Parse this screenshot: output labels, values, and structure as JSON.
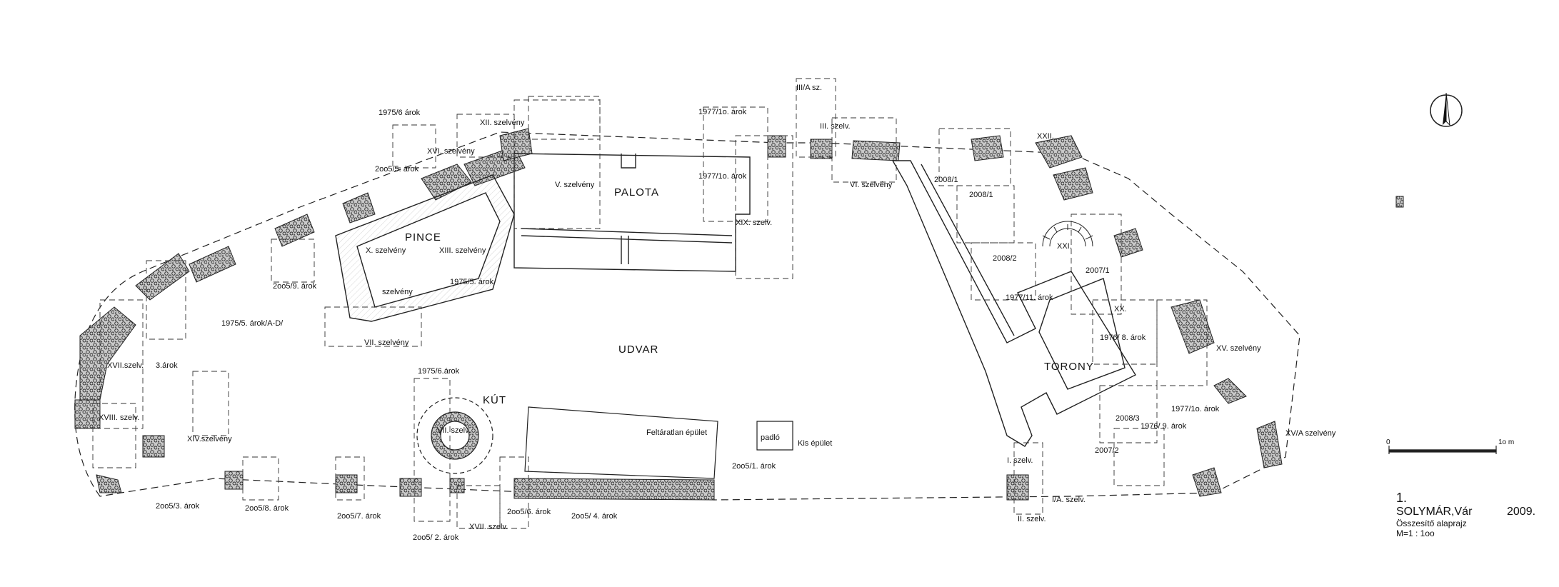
{
  "labels": {
    "ditch_1975_6": "1975/6 árok",
    "sect_xii": "XII. szelvény",
    "sect_xvi": "XVI. szelvény",
    "ditch_2005_5": "2oo5/5. árok",
    "ditch_1977_10a": "1977/1o. árok",
    "sect_iiia": "III/A sz.",
    "sect_iii": "III. szelv.",
    "sect_xxii": "XXII.",
    "ditch_1977_10b": "1977/1o. árok",
    "sect_v": "V. szelvény",
    "palota": "PALOTA",
    "sect_vi": "VI. szelvény",
    "ditch_2008_1a": "2008/1",
    "ditch_2008_1b": "2008/1",
    "pince": "PINCE",
    "sect_x": "X. szelvény",
    "sect_xiii": "XIII. szelvény",
    "sect_xix": "XIX. szelv.",
    "sect_xxi": "XXI.",
    "ditch_2008_2": "2008/2",
    "ditch_2007_1": "2007/1",
    "ditch_1975_5": "1975/5. árok",
    "ditch_2005_9": "2oo5/9. árok",
    "sect_small": "szelvény",
    "ditch_1977_11": "1977/11. árok",
    "ditch_1975_5ad": "1975/5. árok/A-D/",
    "sect_xx": "XX.",
    "sect_vii": "VII. szelvény",
    "ditch_1976_8": "1976/ 8. árok",
    "udvar": "UDVAR",
    "sect_xv": "XV. szelvény",
    "sect_xvii": "XVII.szelv.",
    "ditch_3": "3.árok",
    "ditch_1975_6b": "1975/6.árok",
    "torony": "TORONY",
    "kut": "KÚT",
    "sect_xviii": "XVIII. szelv.",
    "unexcavated": "Feltáratlan épület",
    "ditch_1977_10c": "1977/1o. árok",
    "ditch_2008_3": "2008/3",
    "ditch_1976_9": "1976/ 9. árok",
    "sect_vii_well": "VII. szelv.",
    "sect_xiv": "XIV.szelvény",
    "padlo": "padló",
    "kis_epulet": "Kis épület",
    "sect_xva": "XV/A szelvény",
    "ditch_2007_2": "2007/2",
    "sect_i": "I. szelv.",
    "ditch_2005_1": "2oo5/1. árok",
    "ditch_2005_3": "2oo5/3. árok",
    "ditch_2005_8": "2oo5/8. árok",
    "ditch_2005_7": "2oo5/7. árok",
    "ditch_2005_6": "2oo5/6. árok",
    "ditch_2005_4": "2oo5/ 4. árok",
    "sect_ia": "I/A. szelv.",
    "sect_ii": "II. szelv.",
    "ditch_2005_2": "2oo5/ 2. árok",
    "sect_xvii_b": "XVII. szelv."
  },
  "scale": {
    "start": "0",
    "end": "1o m"
  },
  "title_block": {
    "number": "1.",
    "site": "SOLYMÁR,Vár",
    "year": "2009.",
    "subtitle": "Összesítő alaprajz",
    "ratio": "M=1 : 1oo"
  },
  "colors": {
    "ink": "#1a1a1a",
    "stone": "#9a9a9a",
    "paper": "#ffffff"
  },
  "icons": {
    "north": "north-arrow-icon"
  }
}
